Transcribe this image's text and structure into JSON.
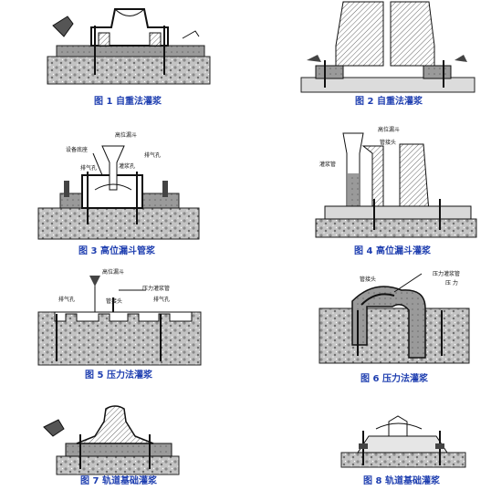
{
  "captions": {
    "fig1": "图 1 自重法灌浆",
    "fig2": "图 2 自重法灌浆",
    "fig3": "图 3 高位漏斗管浆",
    "fig4": "图 4 高位漏斗灌浆",
    "fig5": "图 5 压力法灌浆",
    "fig6": "图 6 压力法灌浆",
    "fig7": "图 7 轨道基础灌浆",
    "fig8": "图 8 轨道基础灌浆"
  },
  "labels": {
    "fig3": {
      "base": "设备底座",
      "funnel": "高位漏斗",
      "vent_left": "排气孔",
      "vent_right": "排气孔",
      "grout_hole": "灌浆孔"
    },
    "fig4": {
      "funnel": "高位漏斗",
      "joint": "管接头",
      "pipe": "灌浆管"
    },
    "fig5": {
      "funnel": "高位漏斗",
      "vent_left": "排气孔",
      "vent_right": "排气孔",
      "joint": "管接头",
      "pressure_pipe": "压力灌浆管"
    },
    "fig6": {
      "joint": "管接头",
      "pressure_pipe": "压力灌浆管",
      "pressure": "压 力"
    }
  },
  "colors": {
    "caption": "#1f3fb0",
    "concrete": "#b9b9b9",
    "grout": "#8f8f8f",
    "hatch": "#555555"
  }
}
